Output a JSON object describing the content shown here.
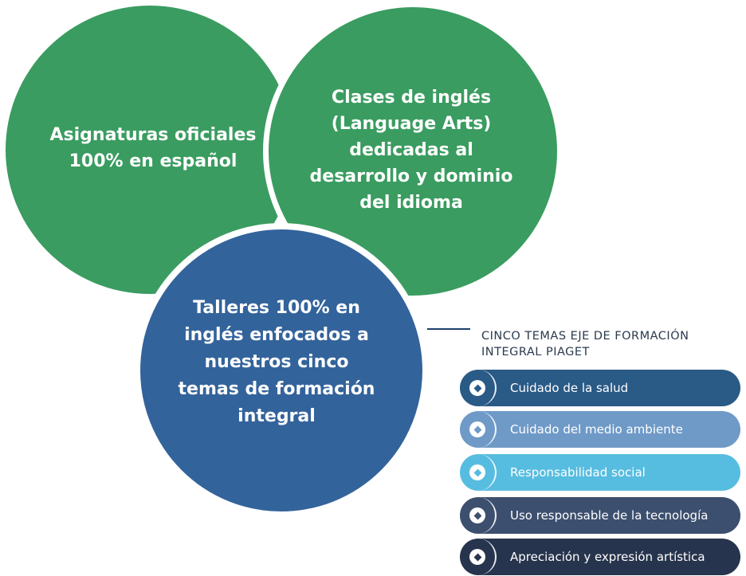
{
  "circles": {
    "left": "Asignaturas oficiales\n100% en español",
    "right": "Clases de inglés\n(Language Arts)\ndedicadas al\ndesarrollo y dominio\ndel idioma",
    "bottom": "Talleres 100% en\ninglés enfocados a\nnuestros cinco\ntemas de formación\nintegral"
  },
  "topics": {
    "heading": "CINCO TEMAS EJE DE FORMACIÓN\nINTEGRAL PIAGET",
    "items": [
      {
        "label": "Cuidado de la salud",
        "color": "#2a5a86",
        "icon": "diamond-icon"
      },
      {
        "label": "Cuidado del medio ambiente",
        "color": "#6f9ac7",
        "icon": "diamond-icon"
      },
      {
        "label": "Responsabilidad social",
        "color": "#57bde0",
        "icon": "diamond-icon"
      },
      {
        "label": "Uso responsable de la tecnología",
        "color": "#3c4f6e",
        "icon": "diamond-icon"
      },
      {
        "label": "Apreciación y expresión artística",
        "color": "#27344d",
        "icon": "diamond-icon"
      }
    ]
  },
  "colors": {
    "green_circle": "#3a9c60",
    "blue_circle": "#33639b"
  }
}
